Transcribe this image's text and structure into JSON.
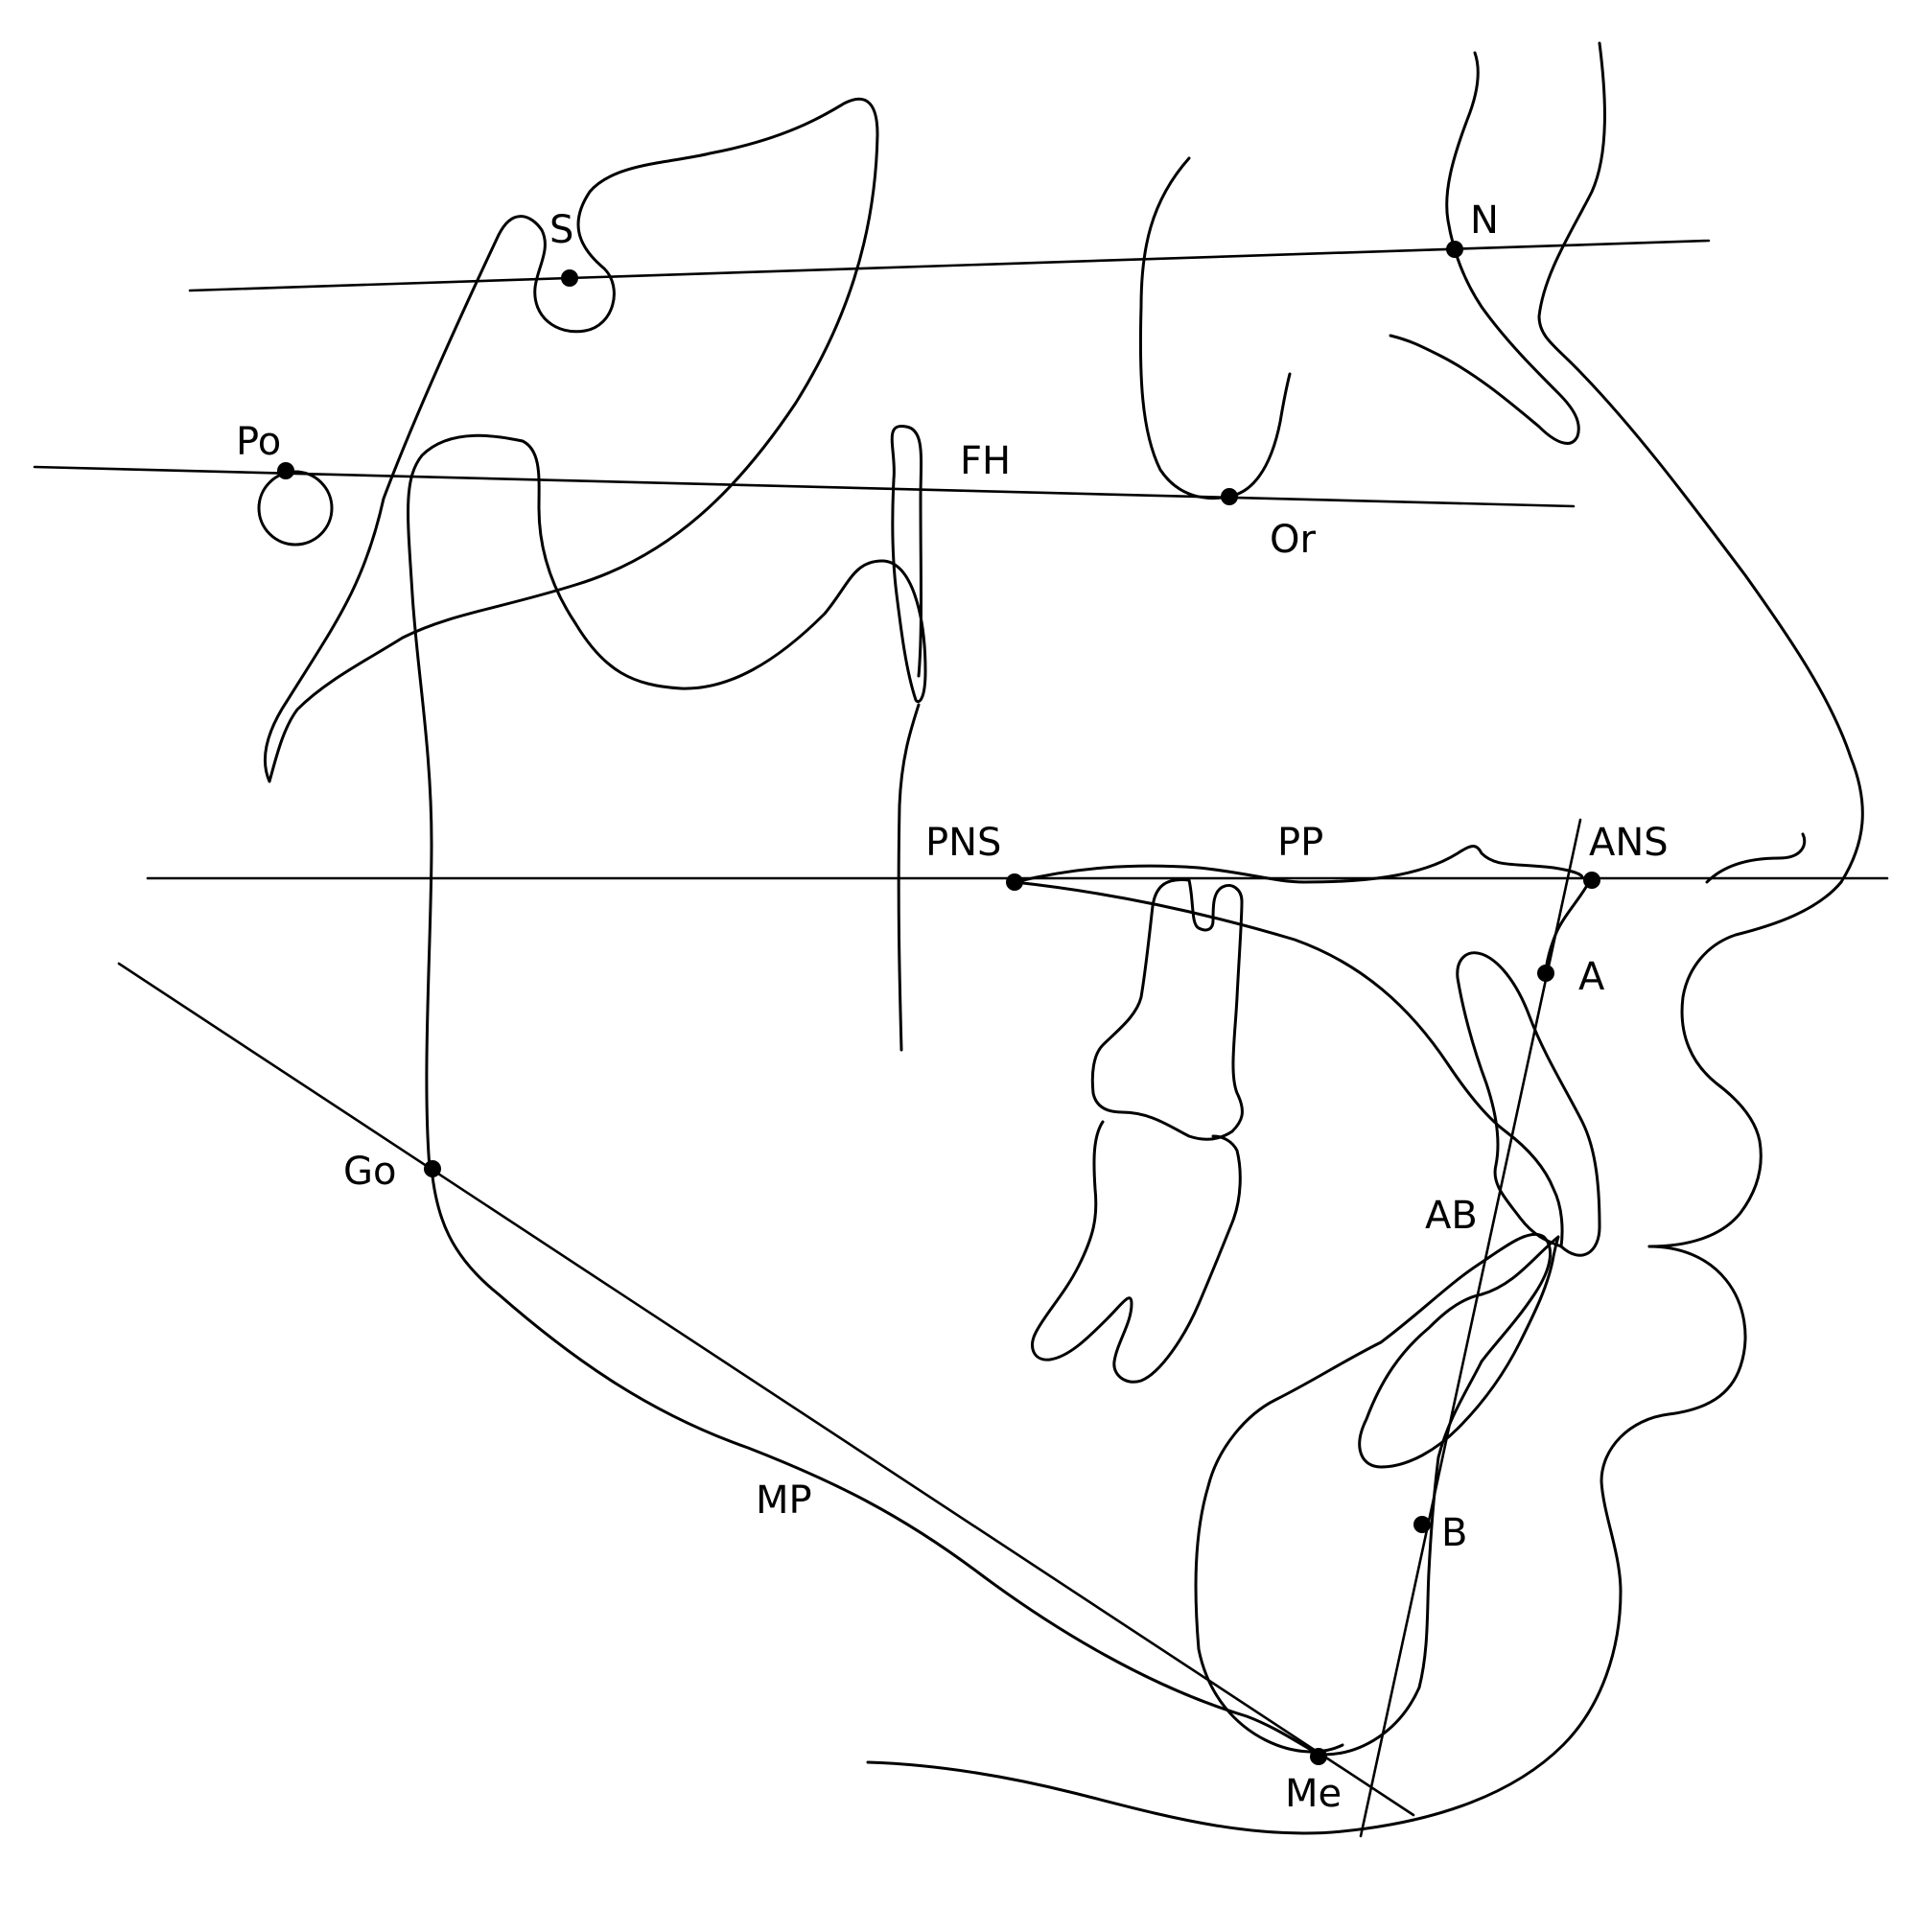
{
  "landmarks": {
    "S": "S",
    "N": "N",
    "Po": "Po",
    "Or": "Or",
    "PNS": "PNS",
    "ANS": "ANS",
    "A": "A",
    "B": "B",
    "Go": "Go",
    "Me": "Me"
  },
  "reference_lines": {
    "FH": "FH",
    "PP": "PP",
    "AB": "AB",
    "MP": "MP"
  },
  "colors": {
    "stroke": "#000000",
    "background": "#ffffff"
  }
}
